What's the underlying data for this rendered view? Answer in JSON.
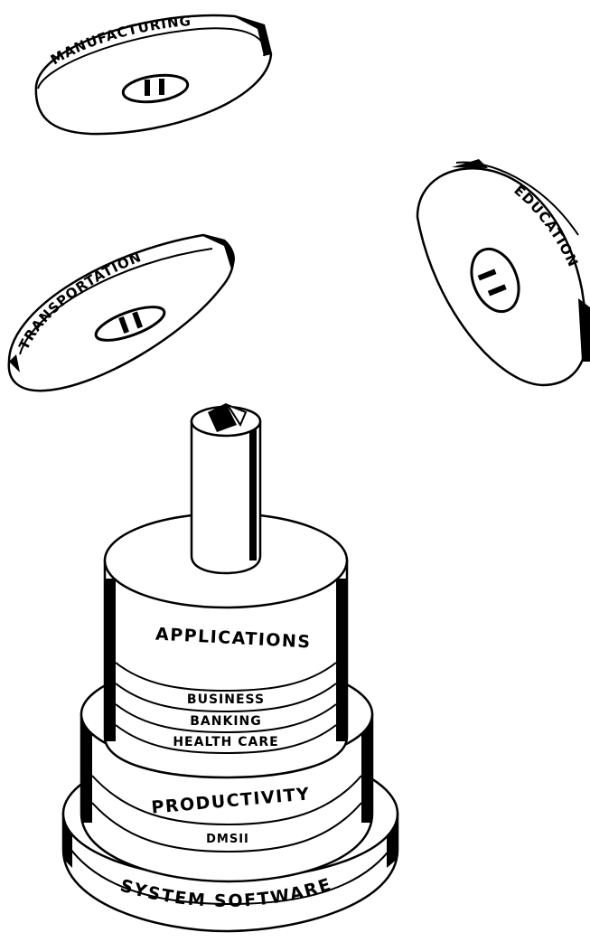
{
  "diagram": {
    "industry_rings": [
      {
        "id": "manufacturing",
        "label": "MANUFACTURING"
      },
      {
        "id": "transportation",
        "label": "TRANSPORTATION"
      },
      {
        "id": "education",
        "label": "EDUCATION"
      }
    ],
    "stack": {
      "top_tier": {
        "title": "APPLICATIONS",
        "bands": [
          "BUSINESS",
          "BANKING",
          "HEALTH CARE"
        ]
      },
      "middle_tier": {
        "title": "PRODUCTIVITY",
        "bands": [
          "DMSII"
        ]
      },
      "bottom_tier": {
        "title": "SYSTEM SOFTWARE"
      }
    }
  }
}
